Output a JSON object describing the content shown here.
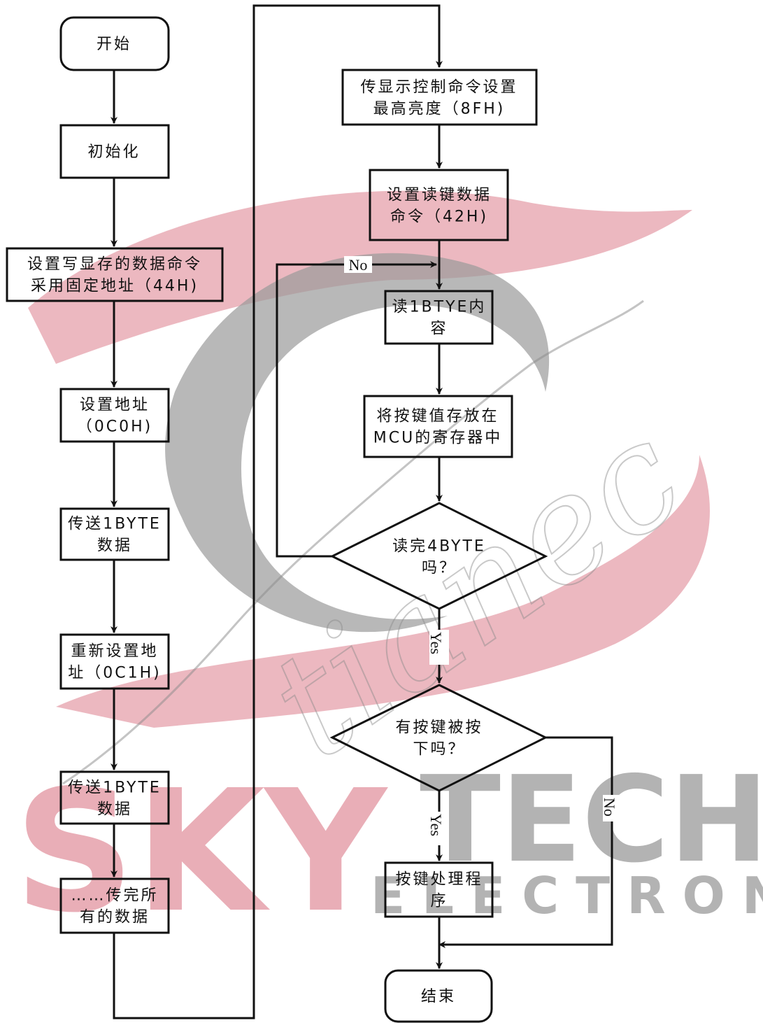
{
  "watermark": {
    "brand_left": "SKY",
    "brand_right": "TECH",
    "sub": "ELECTRONIC",
    "script": "tianec",
    "colors": {
      "pink": "#e6a0ab",
      "gray": "#9a9a9a"
    }
  },
  "nodes": {
    "start": {
      "lines": [
        "开始"
      ]
    },
    "init": {
      "lines": [
        "初始化"
      ]
    },
    "setwrite": {
      "lines": [
        "设置写显存的数据命令",
        "采用固定地址（44H)"
      ]
    },
    "setaddr": {
      "lines": [
        "设置地址",
        "（0C0H)"
      ]
    },
    "send1": {
      "lines": [
        "传送1BYTE",
        "数据"
      ]
    },
    "resetaddr": {
      "lines": [
        "重新设置地",
        "址（0C1H)"
      ]
    },
    "send2": {
      "lines": [
        "传送1BYTE",
        "数据"
      ]
    },
    "sendall": {
      "lines": [
        "……传完所",
        "有的数据"
      ]
    },
    "display": {
      "lines": [
        "传显示控制命令设置",
        "最高亮度（8FH)"
      ]
    },
    "setread": {
      "lines": [
        "设置读键数据",
        "命令（42H)"
      ]
    },
    "read1": {
      "lines": [
        "读1BTYE内",
        "容"
      ]
    },
    "store": {
      "lines": [
        "将按键值存放在",
        "MCU的寄存器中"
      ]
    },
    "done4": {
      "lines": [
        "读完4BYTE",
        "吗？"
      ]
    },
    "keypress": {
      "lines": [
        "有按键被按",
        "下吗？"
      ]
    },
    "handle": {
      "lines": [
        "按键处理程",
        "序"
      ]
    },
    "end": {
      "lines": [
        "结束"
      ]
    }
  },
  "edge_labels": {
    "no_loop": "No",
    "yes_done": "Yes",
    "yes_key": "Yes",
    "no_key": "No"
  }
}
